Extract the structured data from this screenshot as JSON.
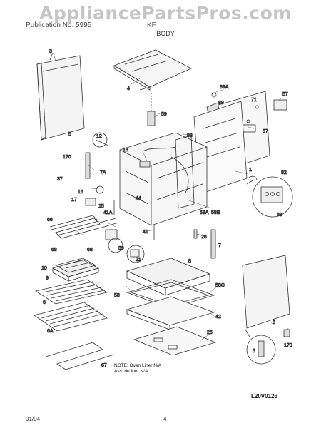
{
  "watermark": "AppliancePartsPros.com",
  "header": {
    "left": "Publication No. 5995",
    "model": "KF",
    "section_title": "BODY"
  },
  "callouts": [
    "3",
    "4",
    "89A",
    "89",
    "71",
    "57",
    "59",
    "88",
    "87",
    "12",
    "5",
    "170",
    "18",
    "7A",
    "37",
    "16",
    "17",
    "44",
    "15",
    "41A",
    "1",
    "82",
    "58A",
    "58B",
    "63",
    "66",
    "41",
    "26",
    "39",
    "7",
    "68",
    "68",
    "21",
    "10",
    "9",
    "8",
    "6",
    "58",
    "58C",
    "42",
    "6A",
    "25",
    "3",
    "5",
    "170",
    "67"
  ],
  "note": {
    "line1": "NOTE: Oven Liner N/A",
    "line2": "Ass. du four N/A"
  },
  "diagram_code": "L20V0126",
  "footer": {
    "date": "01/04",
    "page": "4"
  },
  "colors": {
    "line": "#333333",
    "paper": "#ffffff"
  }
}
